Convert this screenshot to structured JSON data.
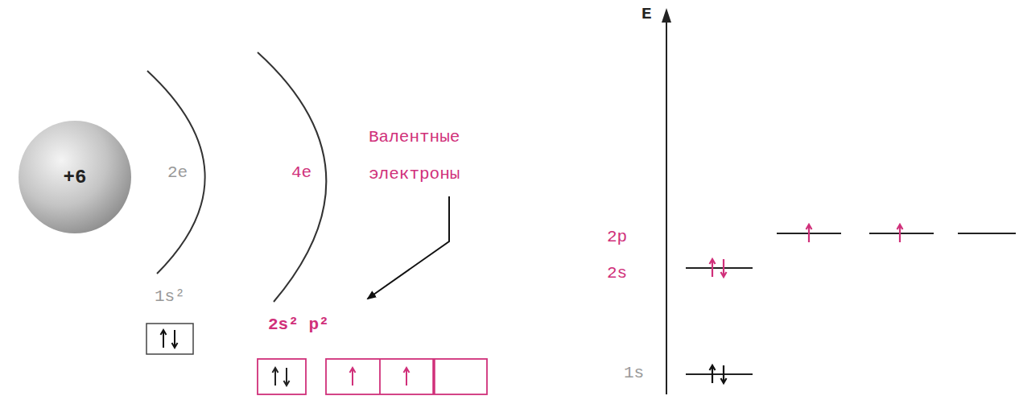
{
  "diagram": {
    "nodes": [
      {
        "text": [
          "+6"
        ]
      }
    ],
    "labels": [
      "2e",
      "4e",
      "Валентные электроны",
      "1s²",
      "2s² p²",
      "E",
      "2p",
      "2s",
      "1s"
    ]
  }
}
